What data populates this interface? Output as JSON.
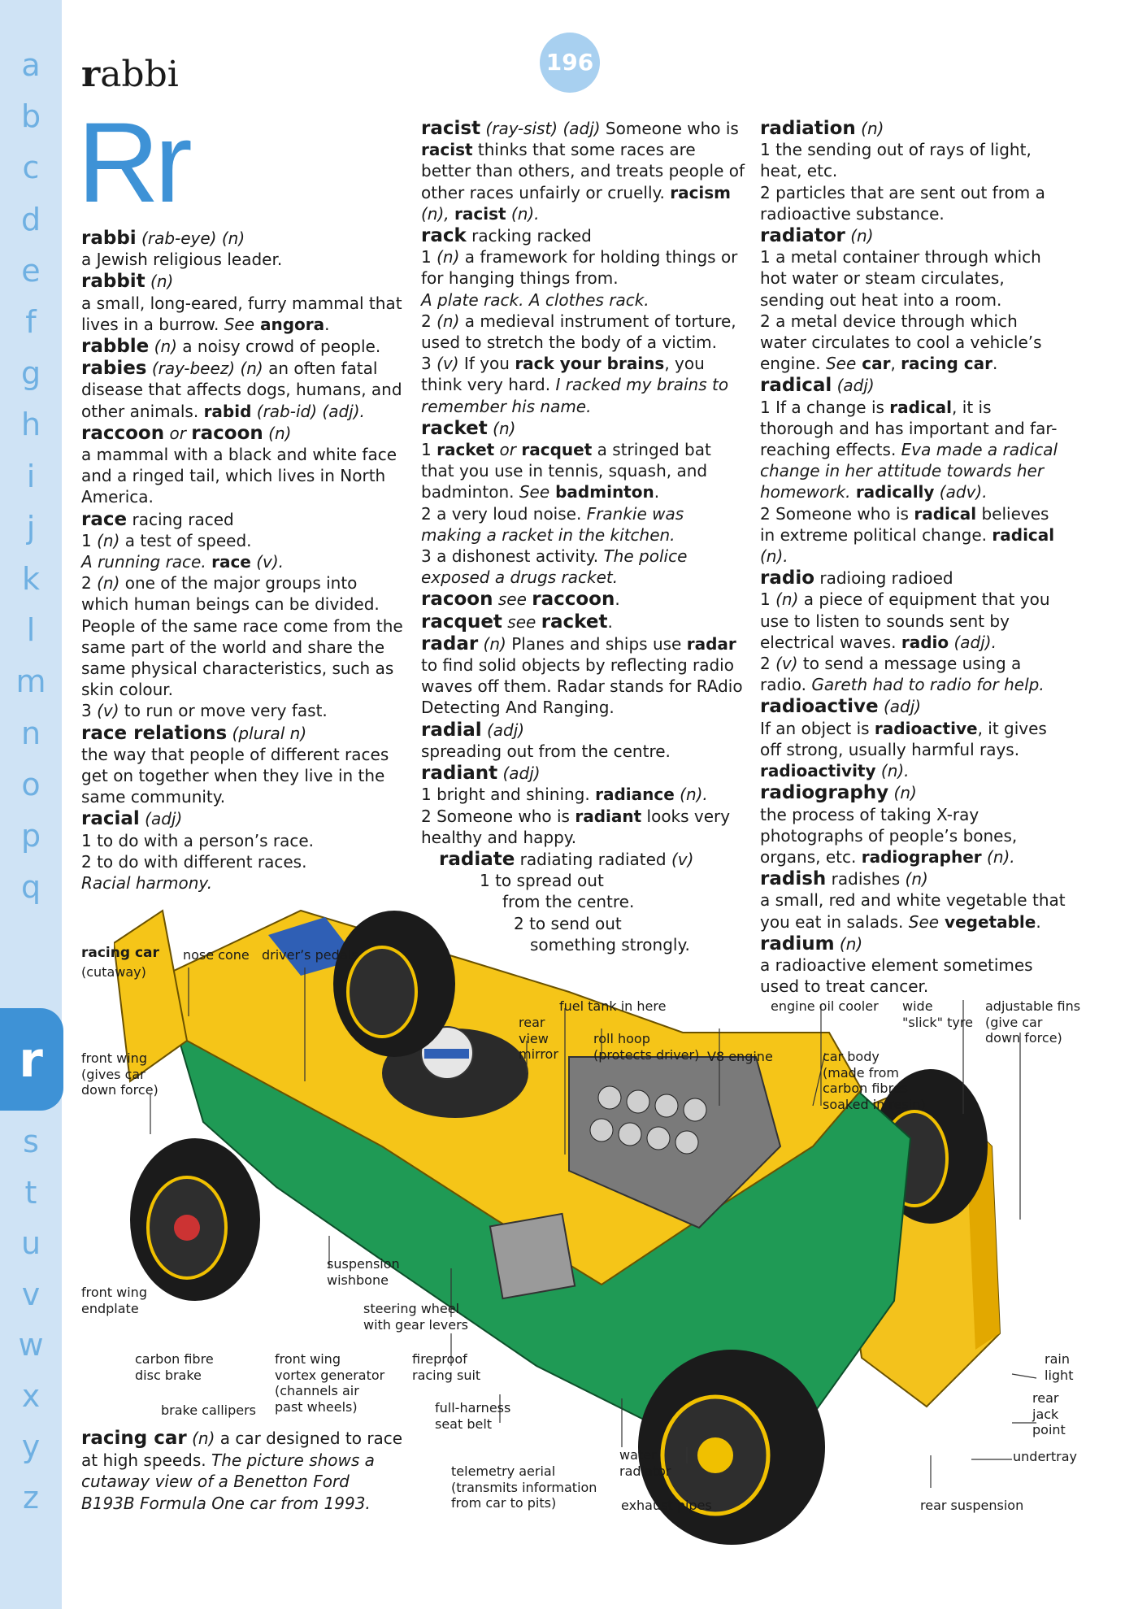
{
  "alphabet": {
    "letters": [
      "a",
      "b",
      "c",
      "d",
      "e",
      "f",
      "g",
      "h",
      "i",
      "j",
      "k",
      "l",
      "m",
      "n",
      "o",
      "p",
      "q",
      "r",
      "s",
      "t",
      "u",
      "v",
      "w",
      "x",
      "y",
      "z"
    ],
    "active": "r"
  },
  "page_number": "196",
  "guide_word": {
    "first_letter": "r",
    "rest": "abbi"
  },
  "big_letters": "Rr",
  "colors": {
    "accent": "#3e92d6",
    "tab_bg": "#cfe3f5",
    "letter": "#6fb0e2"
  },
  "col1": {
    "e1": {
      "hw": "rabbi",
      "pron": " (rab-eye) (n)",
      "def": "a Jewish religious leader."
    },
    "e2": {
      "hw": "rabbit",
      "pos": " (n)",
      "def_a": "a small, long-eared, furry mammal that lives in a burrow. ",
      "see": "See",
      "ref": " angora",
      "end": "."
    },
    "e3": {
      "hw": "rabble",
      "pos": " (n)",
      "def": " a noisy crowd of people."
    },
    "e4": {
      "hw": "rabies",
      "pron": " (ray-beez) (n)",
      "def": " an often fatal disease that affects dogs, humans, and other animals. ",
      "deriv": "rabid",
      "deriv_pron": " (rab-id) (adj)."
    },
    "e5": {
      "hw": "raccoon",
      "or": " or ",
      "hw2": "racoon",
      "pos": " (n)",
      "def": "a mammal with a black and white face and a ringed tail, which lives in North America."
    },
    "e6": {
      "hw": "race",
      "forms": " racing raced",
      "s1n": "1 ",
      "s1p": "(n)",
      "s1": " a test of speed.",
      "s1ex": "A running race. ",
      "s1d": "race",
      "s1dp": " (v).",
      "s2n": "2 ",
      "s2p": "(n)",
      "s2": " one of the major groups into which human beings can be divided. People of the same race come from the same part of the world and share the same physical characteristics, such as skin colour.",
      "s3n": "3 ",
      "s3p": "(v)",
      "s3": " to run or move very fast."
    },
    "e7": {
      "hw": "race relations",
      "pos": " (plural n)",
      "def": "the way that people of different races get on together when they live in the same community."
    },
    "e8": {
      "hw": "racial",
      "pos": " (adj)",
      "s1": "1 to do with a person’s race.",
      "s2": "2 to do with different races.",
      "ex": "Racial harmony."
    }
  },
  "col2": {
    "e1": {
      "hw": "racist",
      "pron": " (ray-sist) (adj)",
      "def_a": " Someone who is ",
      "b1": "racist",
      "def_b": " thinks that some races are better than others, and treats people of other races unfairly or cruelly. ",
      "d1": "racism",
      "d1p": " (n), ",
      "d2": "racist",
      "d2p": " (n)."
    },
    "e2": {
      "hw": "rack",
      "forms": " racking racked",
      "s1n": "1 ",
      "s1p": "(n)",
      "s1": " a framework for holding things or for hanging things from.",
      "s1ex": "A plate rack. A clothes rack.",
      "s2n": "2 ",
      "s2p": "(n)",
      "s2": " a medieval instrument of torture, used to stretch the body of a victim.",
      "s3n": "3 ",
      "s3p": "(v)",
      "s3a": " If you ",
      "s3b": "rack your brains",
      "s3c": ", you think very hard. ",
      "s3ex": "I racked my brains to remember his name."
    },
    "e3": {
      "hw": "racket",
      "pos": " (n)",
      "s1a": "1 ",
      "s1b": "racket",
      "s1or": " or ",
      "s1c": "racquet",
      "s1d": " a stringed bat that you use in tennis, squash, and badminton. ",
      "s1see": "See",
      "s1ref": " badminton",
      "s1end": ".",
      "s2": "2 a very loud noise. ",
      "s2ex": "Frankie was making a racket in the kitchen.",
      "s3": "3 a dishonest activity. ",
      "s3ex": "The police exposed a drugs racket."
    },
    "e4": {
      "hw": "racoon",
      "see": " see ",
      "ref": "raccoon",
      "end": "."
    },
    "e5": {
      "hw": "racquet",
      "see": " see ",
      "ref": "racket",
      "end": "."
    },
    "e6": {
      "hw": "radar",
      "pos": " (n)",
      "def_a": " Planes and ships use ",
      "b1": "radar",
      "def_b": " to find solid objects by reflecting radio waves off them. Radar stands for RAdio Detecting And Ranging."
    },
    "e7": {
      "hw": "radial",
      "pos": " (adj)",
      "def": "spreading out from the centre."
    },
    "e8": {
      "hw": "radiant",
      "pos": " (adj)",
      "s1": "1 bright and shining. ",
      "d1": "radiance",
      "d1p": " (n).",
      "s2a": "2 Someone who is ",
      "s2b": "radiant",
      "s2c": " looks very healthy and happy."
    },
    "e9": {
      "hw": "radiate",
      "forms": " radiating radiated",
      "pos": " (v)",
      "s1a": "1 to spread out",
      "s1b": "from the centre.",
      "s2a": "2 to send out",
      "s2b": "something strongly."
    }
  },
  "col3": {
    "e1": {
      "hw": "radiation",
      "pos": " (n)",
      "s1": "1 the sending out of rays of light, heat, etc.",
      "s2": "2 particles that are sent out from a radioactive substance."
    },
    "e2": {
      "hw": "radiator",
      "pos": " (n)",
      "s1": "1 a metal container through which hot water or steam circulates, sending out heat into a room.",
      "s2": "2 a metal device through which water circulates to cool a vehicle’s engine. ",
      "see": "See",
      "r1": " car",
      "comma": ", ",
      "r2": "racing car",
      "end": "."
    },
    "e3": {
      "hw": "radical",
      "pos": " (adj)",
      "s1a": "1 If a change is ",
      "s1b": "radical",
      "s1c": ", it is thorough and has important and far-reaching effects. ",
      "s1ex": "Eva made a radical change in her attitude towards her homework. ",
      "d1": "radically",
      "d1p": " (adv).",
      "s2a": "2 Someone who is ",
      "s2b": "radical",
      "s2c": " believes in extreme political change. ",
      "d2": "radical",
      "d2p": " (n)."
    },
    "e4": {
      "hw": "radio",
      "forms": " radioing radioed",
      "s1n": "1 ",
      "s1p": "(n)",
      "s1": " a piece of equipment that you use to listen to sounds sent by electrical waves. ",
      "d1": "radio",
      "d1p": " (adj).",
      "s2n": "2 ",
      "s2p": "(v)",
      "s2": " to send a message using a radio. ",
      "s2ex": "Gareth had to radio for help."
    },
    "e5": {
      "hw": "radioactive",
      "pos": " (adj)",
      "def_a": "If an object is ",
      "b1": "radioactive",
      "def_b": ", it gives off strong, usually harmful rays. ",
      "d1": "radioactivity",
      "d1p": " (n)."
    },
    "e6": {
      "hw": "radiography",
      "pos": " (n)",
      "def": "the process of taking X-ray photographs of people’s bones, organs, etc. ",
      "d1": "radiographer",
      "d1p": " (n)."
    },
    "e7": {
      "hw": "radish",
      "forms": " radishes",
      "pos": " (n)",
      "def": "a small, red and white vegetable that you eat in salads. ",
      "see": "See",
      "ref": " vegetable",
      "end": "."
    },
    "e8": {
      "hw": "radium",
      "pos": " (n)",
      "def": "a radioactive element sometimes used to treat cancer."
    }
  },
  "racing_car_entry": {
    "hw": "racing car",
    "pos": " (n)",
    "def": " a car designed to race at high speeds. ",
    "ex": "The picture shows a cutaway view of a Benetton Ford B193B Formula One car from 1993."
  },
  "callouts": {
    "title": "racing car",
    "title_sub": "(cutaway)",
    "nose_cone": "nose cone",
    "drivers_pedals": "driver’s pedals",
    "front_wing": "front wing\n(gives car\ndown force)",
    "rear_view_mirror": "rear\nview\nmirror",
    "fuel_tank": "fuel tank in here",
    "roll_hoop": "roll hoop\n(protects driver)",
    "v8_engine": "V8 engine",
    "engine_oil_cooler": "engine oil cooler",
    "wide_slick_tyre": "wide\n\"slick\" tyre",
    "adjustable_fins": "adjustable fins\n(give car\ndown force)",
    "car_body": "car body\n(made from\ncarbon fibres\nsoaked in resin)",
    "suspension_wishbone": "suspension\nwishbone",
    "front_wing_endplate": "front wing\nendplate",
    "steering_wheel": "steering wheel\nwith gear levers",
    "carbon_fibre_disc_brake": "carbon fibre\ndisc brake",
    "front_wing_vortex": "front wing\nvortex generator\n(channels air\npast wheels)",
    "fireproof_suit": "fireproof\nracing suit",
    "brake_callipers": "brake callipers",
    "seat_belt": "full-harness\nseat belt",
    "rain_light": "rain\nlight",
    "rear_jack_point": "rear\njack\npoint",
    "undertray": "undertray",
    "water_radiator": "water\nradiator",
    "telemetry_aerial": "telemetry aerial\n(transmits information\nfrom car to pits)",
    "exhaust_pipes": "exhaust pipes",
    "rear_suspension": "rear suspension"
  }
}
